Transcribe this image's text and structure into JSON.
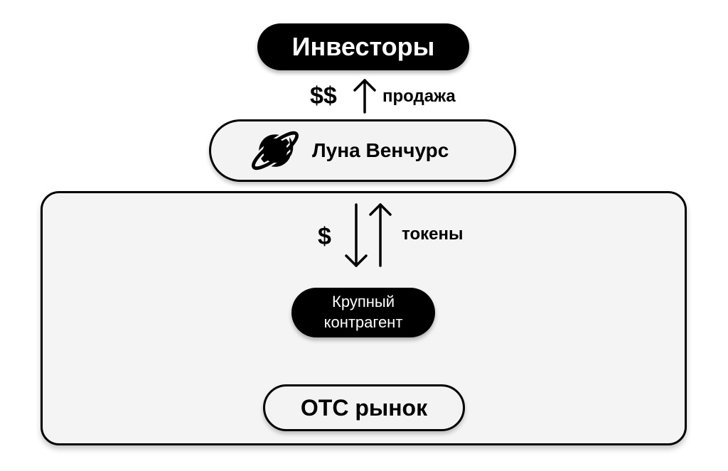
{
  "nodes": {
    "investors": "Инвесторы",
    "luna_ventures": "Луна Венчурс",
    "counterparty_line1": "Крупный",
    "counterparty_line2": "контрагент",
    "otc_market": "OTC рынок"
  },
  "edges": {
    "top_money": "$$",
    "top_action": "продажа",
    "mid_money": "$",
    "mid_tokens": "токены"
  },
  "icons": {
    "luna_logo": "planet-icon"
  },
  "colors": {
    "dark_fill": "#000000",
    "light_fill": "#f3f3f3"
  }
}
